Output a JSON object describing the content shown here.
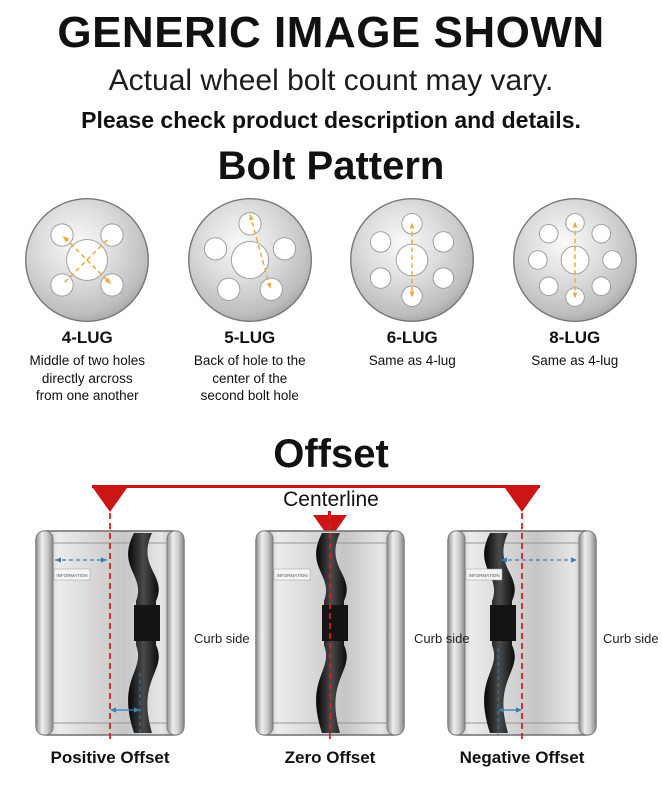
{
  "header": {
    "title": "GENERIC IMAGE SHOWN",
    "subtitle": "Actual wheel bolt count may vary.",
    "note": "Please check product description and details."
  },
  "bolt_pattern": {
    "title": "Bolt Pattern",
    "items": [
      {
        "label": "4-LUG",
        "description": "Middle of two holes directly arcross from one another"
      },
      {
        "label": "5-LUG",
        "description": "Back of hole to the center of the second bolt hole"
      },
      {
        "label": "6-LUG",
        "description": "Same as 4-lug"
      },
      {
        "label": "8-LUG",
        "description": "Same as 4-lug"
      }
    ]
  },
  "offset": {
    "title": "Offset",
    "centerline_label": "Centerline",
    "watermark": "INFORMATION",
    "items": [
      {
        "label": "Positive Offset",
        "curb_label": "Curb side"
      },
      {
        "label": "Zero Offset",
        "curb_label": "Curb side"
      },
      {
        "label": "Negative Offset",
        "curb_label": "Curb side"
      }
    ],
    "colors": {
      "centerline_red": "#cc1616",
      "measure_blue": "#3a7fb5",
      "bolt_dash_orange": "#f2a93b"
    }
  }
}
